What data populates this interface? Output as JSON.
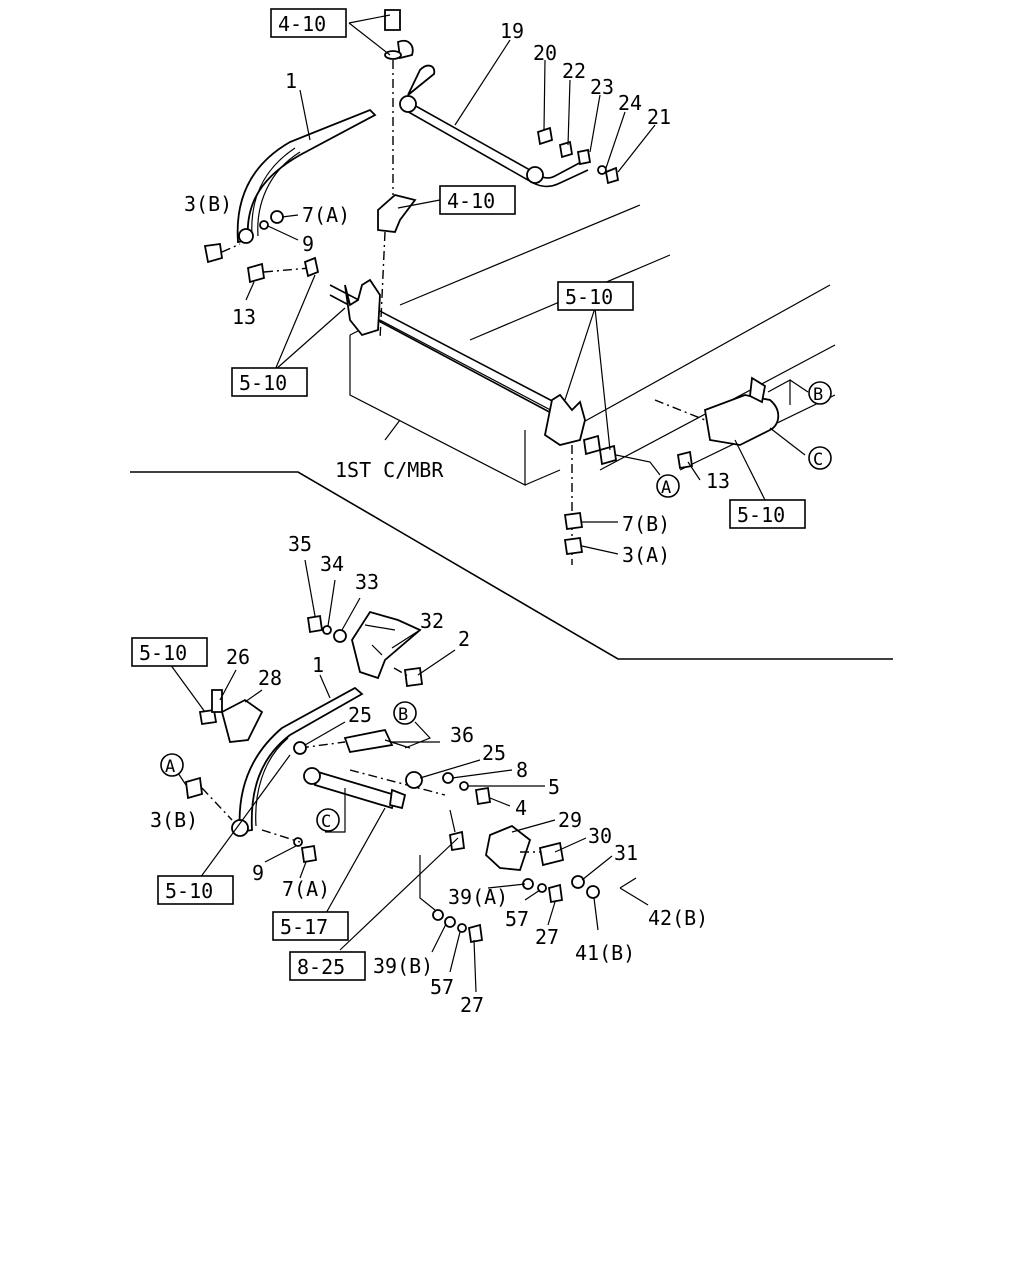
{
  "diagram": {
    "frame_label": "1ST C/MBR",
    "references": [
      "4-10",
      "4-10",
      "5-10",
      "5-10",
      "5-10",
      "5-10",
      "5-10",
      "5-17",
      "8-25"
    ],
    "circle_markers": [
      "B",
      "C",
      "A",
      "B",
      "A",
      "C"
    ],
    "part_numbers": [
      "1",
      "19",
      "20",
      "22",
      "23",
      "24",
      "21",
      "3(B)",
      "7(A)",
      "9",
      "13",
      "13",
      "7(B)",
      "3(A)",
      "35",
      "34",
      "33",
      "32",
      "2",
      "26",
      "28",
      "1",
      "25",
      "36",
      "25",
      "8",
      "5",
      "4",
      "29",
      "30",
      "31",
      "3(B)",
      "9",
      "7(A)",
      "39(A)",
      "57",
      "27",
      "41(B)",
      "42(B)",
      "39(B)",
      "57",
      "27"
    ]
  }
}
